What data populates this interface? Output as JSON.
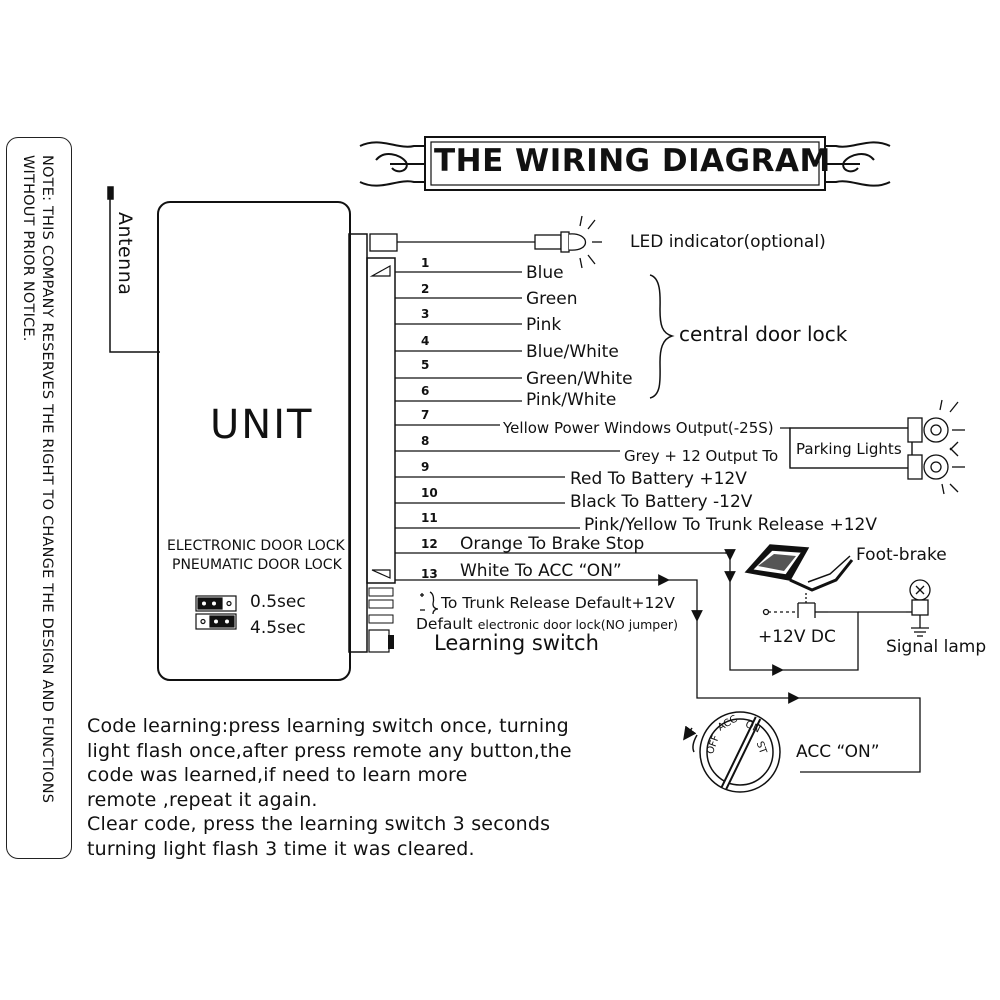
{
  "title": "THE WIRING DIAGRAM",
  "note_lines": [
    "NOTE: THIS COMPANY RESERVES THE RIGHT TO CHANGE THE DESIGN AND FUNCTIONS",
    "WITHOUT PRIOR NOTICE."
  ],
  "antenna_label": "Antenna",
  "unit": {
    "name": "UNIT",
    "line1": "ELECTRONIC DOOR LOCK",
    "line2": "PNEUMATIC DOOR LOCK",
    "time1": "0.5sec",
    "time2": "4.5sec"
  },
  "led_label": "LED indicator(optional)",
  "wires": [
    {
      "num": "1",
      "label": "Blue"
    },
    {
      "num": "2",
      "label": "Green"
    },
    {
      "num": "3",
      "label": "Pink"
    },
    {
      "num": "4",
      "label": "Blue/White"
    },
    {
      "num": "5",
      "label": "Green/White"
    },
    {
      "num": "6",
      "label": "Pink/White"
    },
    {
      "num": "7",
      "label": "Yellow Power Windows Output(-25S)"
    },
    {
      "num": "8",
      "label": "Grey + 12 Output To"
    },
    {
      "num": "9",
      "label": "Red  To Battery +12V"
    },
    {
      "num": "10",
      "label": "Black To Battery -12V"
    },
    {
      "num": "11",
      "label": "Pink/Yellow To Trunk Release +12V"
    },
    {
      "num": "12",
      "label": "Orange To Brake Stop"
    },
    {
      "num": "13",
      "label": "White To ACC “ON”"
    }
  ],
  "central_door_lock": "central door lock",
  "parking_lights": "Parking Lights",
  "jumper_line1": "To Trunk Release Default+12V",
  "jumper_line2_big": "Default",
  "jumper_line2_small": "electronic door lock(NO jumper)",
  "learning_switch": "Learning switch",
  "foot_brake": "Foot-brake",
  "dc_label": "+12V DC",
  "signal_lamp": "Signal lamp",
  "acc_on": "ACC “ON”",
  "ignition": {
    "off": "OFF",
    "acc": "ACC",
    "on": "ON",
    "st": "ST"
  },
  "instructions": [
    "Code learning:press learning switch once, turning",
    "light flash once,after press remote any button,the",
    "code was learned,if need to learn more",
    "remote ,repeat it again.",
    "Clear code, press the learning switch 3 seconds",
    "turning light flash 3 time it was cleared."
  ]
}
